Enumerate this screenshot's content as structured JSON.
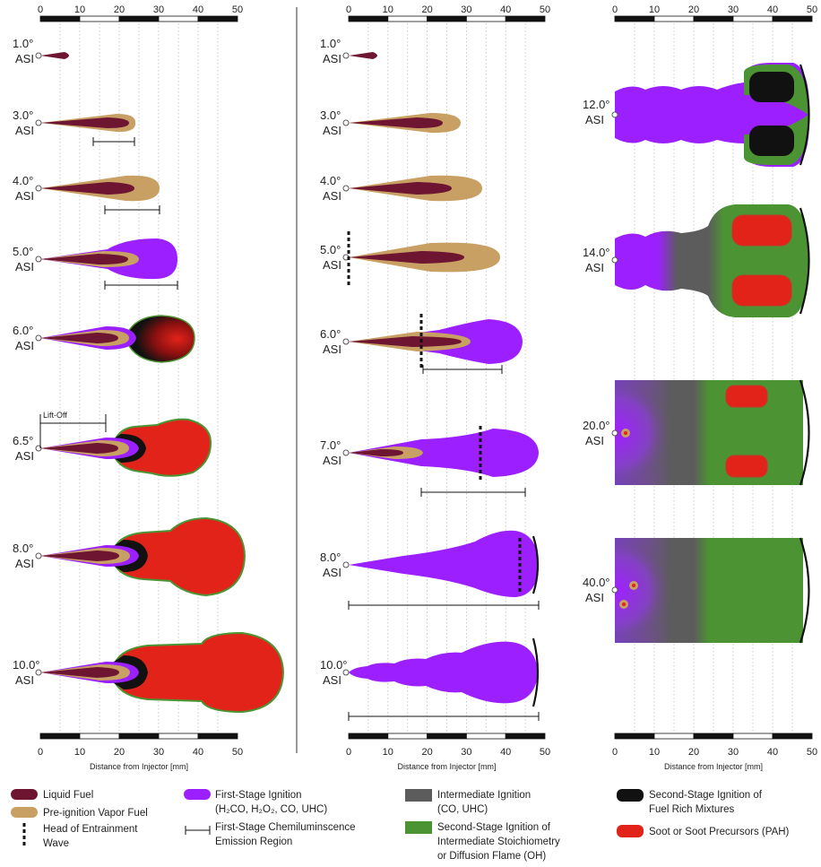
{
  "axis": {
    "ticks": [
      "0",
      "10",
      "20",
      "30",
      "40",
      "50"
    ],
    "label": "Distance from Injector [mm]"
  },
  "columns": [
    {
      "labels": [
        {
          "deg": "1.0°",
          "asi": "ASI"
        },
        {
          "deg": "3.0°",
          "asi": "ASI"
        },
        {
          "deg": "4.0°",
          "asi": "ASI"
        },
        {
          "deg": "5.0°",
          "asi": "ASI"
        },
        {
          "deg": "6.0°",
          "asi": "ASI"
        },
        {
          "deg": "6.5°",
          "asi": "ASI"
        },
        {
          "deg": "8.0°",
          "asi": "ASI"
        },
        {
          "deg": "10.0°",
          "asi": "ASI"
        }
      ]
    },
    {
      "labels": [
        {
          "deg": "1.0°",
          "asi": "ASI"
        },
        {
          "deg": "3.0°",
          "asi": "ASI"
        },
        {
          "deg": "4.0°",
          "asi": "ASI"
        },
        {
          "deg": "5.0°",
          "asi": "ASI"
        },
        {
          "deg": "6.0°",
          "asi": "ASI"
        },
        {
          "deg": "7.0°",
          "asi": "ASI"
        },
        {
          "deg": "8.0°",
          "asi": "ASI"
        },
        {
          "deg": "10.0°",
          "asi": "ASI"
        }
      ]
    },
    {
      "labels": [
        {
          "deg": "12.0°",
          "asi": "ASI"
        },
        {
          "deg": "14.0°",
          "asi": "ASI"
        },
        {
          "deg": "20.0°",
          "asi": "ASI"
        },
        {
          "deg": "40.0°",
          "asi": "ASI"
        }
      ]
    }
  ],
  "annotation": {
    "liftoff": "Lift-Off"
  },
  "legend": {
    "liquid": "Liquid Fuel",
    "vapor": "Pre-ignition Vapor Fuel",
    "head_1": "Head of Entrainment",
    "head_2": "Wave",
    "first_1": "First-Stage Ignition",
    "first_2": "(H₂CO, H₂O₂, CO, UHC)",
    "chemi_1": "First-Stage Chemiluminscence",
    "chemi_2": "Emission Region",
    "inter_1": "Intermediate Ignition",
    "inter_2": "(CO, UHC)",
    "second_1": "Second-Stage Ignition of",
    "second_2": "Intermediate Stoichiometry",
    "second_3": "or Diffusion Flame (OH)",
    "rich_1": "Second-Stage Ignition of",
    "rich_2": "Fuel Rich Mixtures",
    "soot": "Soot or Soot Precursors (PAH)"
  },
  "colors": {
    "liquid": "#6e1531",
    "vapor": "#c9a064",
    "first_stage": "#9b1fff",
    "intermediate": "#5c5c5c",
    "second_stage": "#4c9433",
    "fuel_rich": "#111111",
    "soot": "#e2231a"
  }
}
